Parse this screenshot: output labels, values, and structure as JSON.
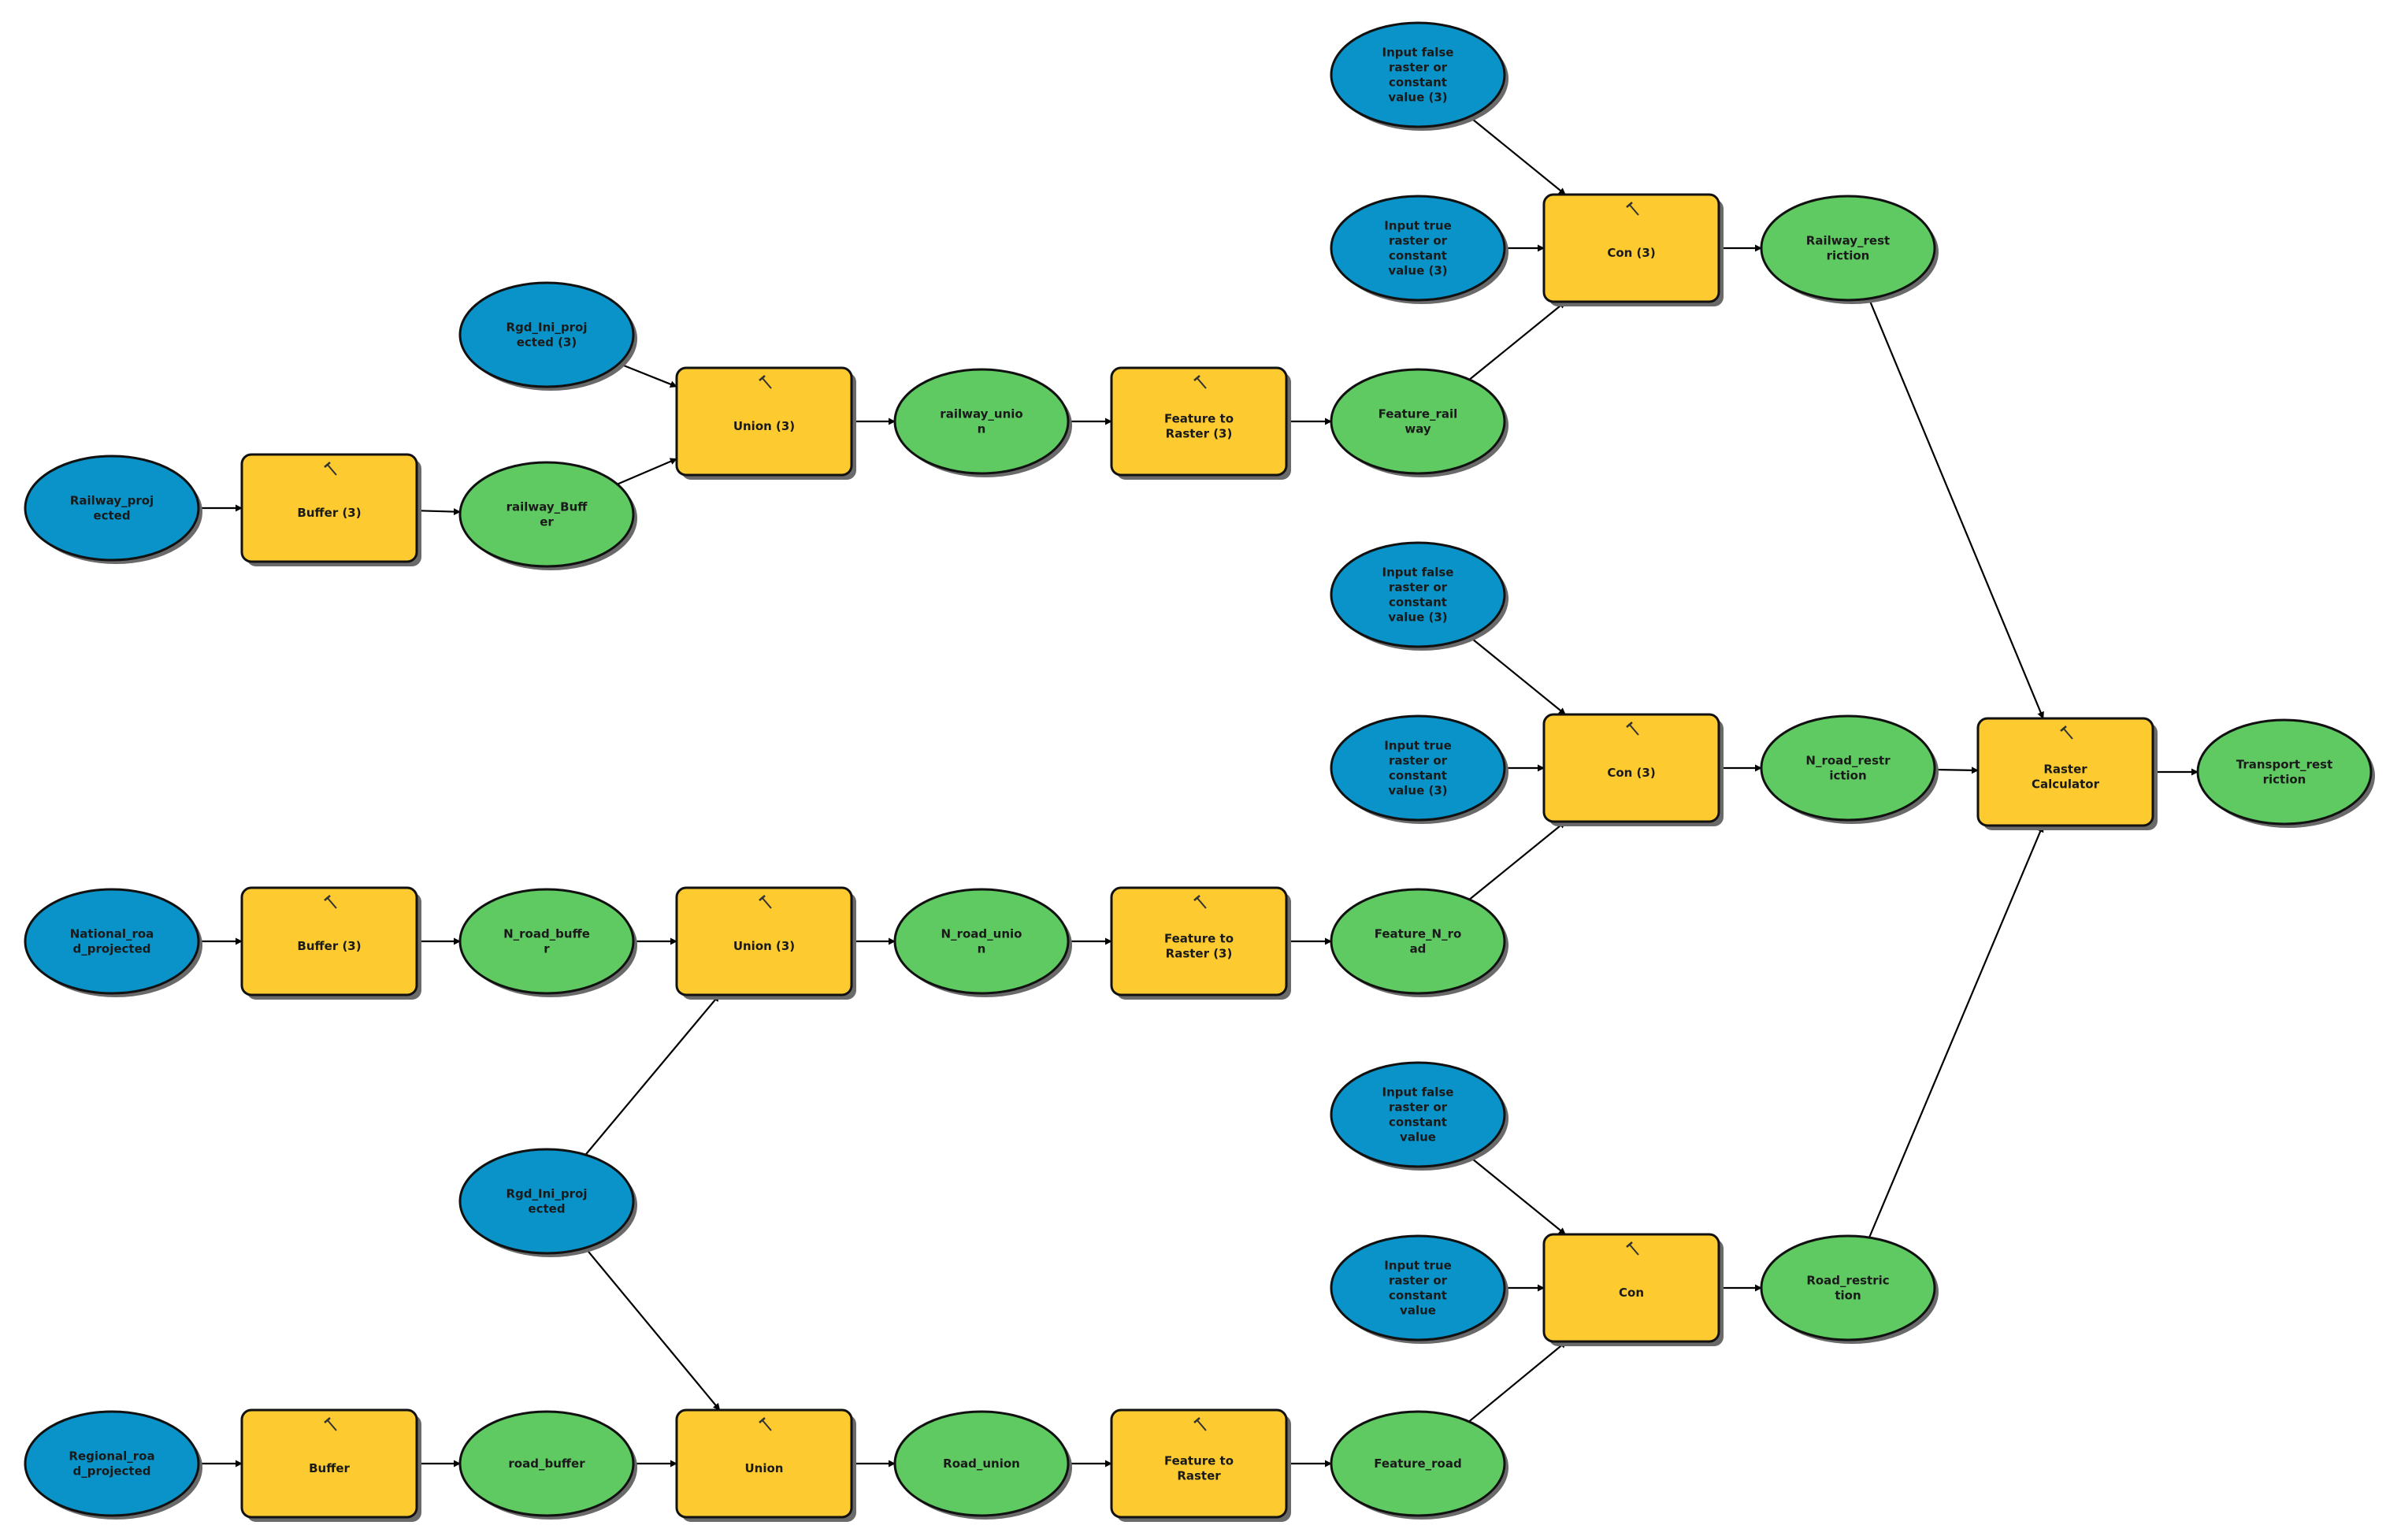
{
  "colors": {
    "input": "#0a93c9",
    "tool": "#fdcb2f",
    "output": "#5fca62"
  },
  "nodes": [
    {
      "id": "rail_in",
      "type": "input",
      "label": [
        "Railway_proj",
        "ected"
      ]
    },
    {
      "id": "buf3_rail",
      "type": "tool",
      "label": [
        "Buffer (3)"
      ]
    },
    {
      "id": "rail_buf",
      "type": "output",
      "label": [
        "railway_Buff",
        "er"
      ]
    },
    {
      "id": "rgd_in3",
      "type": "input",
      "label": [
        "Rgd_Ini_proj",
        "ected (3)"
      ]
    },
    {
      "id": "union3_rail",
      "type": "tool",
      "label": [
        "Union (3)"
      ]
    },
    {
      "id": "rail_union",
      "type": "output",
      "label": [
        "railway_unio",
        "n"
      ]
    },
    {
      "id": "f2r3_rail",
      "type": "tool",
      "label": [
        "Feature to",
        "Raster (3)"
      ]
    },
    {
      "id": "feat_rail",
      "type": "output",
      "label": [
        "Feature_rail",
        "way"
      ]
    },
    {
      "id": "false1",
      "type": "input",
      "label": [
        "Input false",
        "raster or",
        "constant",
        "value (3)"
      ]
    },
    {
      "id": "true1",
      "type": "input",
      "label": [
        "Input true",
        "raster or",
        "constant",
        "value (3)"
      ]
    },
    {
      "id": "con3_1",
      "type": "tool",
      "label": [
        "Con (3)"
      ]
    },
    {
      "id": "rail_restr",
      "type": "output",
      "label": [
        "Railway_rest",
        "riction"
      ]
    },
    {
      "id": "false2",
      "type": "input",
      "label": [
        "Input false",
        "raster or",
        "constant",
        "value (3)"
      ]
    },
    {
      "id": "true2",
      "type": "input",
      "label": [
        "Input true",
        "raster or",
        "constant",
        "value (3)"
      ]
    },
    {
      "id": "con3_2",
      "type": "tool",
      "label": [
        "Con (3)"
      ]
    },
    {
      "id": "nroad_restr",
      "type": "output",
      "label": [
        "N_road_restr",
        "iction"
      ]
    },
    {
      "id": "rastercalc",
      "type": "tool",
      "label": [
        "Raster",
        "Calculator"
      ]
    },
    {
      "id": "transport",
      "type": "output",
      "label": [
        "Transport_rest",
        "riction"
      ]
    },
    {
      "id": "nat_in",
      "type": "input",
      "label": [
        "National_roa",
        "d_projected"
      ]
    },
    {
      "id": "buf3_nat",
      "type": "tool",
      "label": [
        "Buffer (3)"
      ]
    },
    {
      "id": "nroad_buf",
      "type": "output",
      "label": [
        "N_road_buffe",
        "r"
      ]
    },
    {
      "id": "union3_nat",
      "type": "tool",
      "label": [
        "Union (3)"
      ]
    },
    {
      "id": "nroad_union",
      "type": "output",
      "label": [
        "N_road_unio",
        "n"
      ]
    },
    {
      "id": "f2r3_nat",
      "type": "tool",
      "label": [
        "Feature to",
        "Raster (3)"
      ]
    },
    {
      "id": "feat_nroad",
      "type": "output",
      "label": [
        "Feature_N_ro",
        "ad"
      ]
    },
    {
      "id": "false3",
      "type": "input",
      "label": [
        "Input false",
        "raster or",
        "constant",
        "value"
      ]
    },
    {
      "id": "true3",
      "type": "input",
      "label": [
        "Input true",
        "raster or",
        "constant",
        "value"
      ]
    },
    {
      "id": "con",
      "type": "tool",
      "label": [
        "Con"
      ]
    },
    {
      "id": "road_restr",
      "type": "output",
      "label": [
        "Road_restric",
        "tion"
      ]
    },
    {
      "id": "rgd_in",
      "type": "input",
      "label": [
        "Rgd_Ini_proj",
        "ected"
      ]
    },
    {
      "id": "reg_in",
      "type": "input",
      "label": [
        "Regional_roa",
        "d_projected"
      ]
    },
    {
      "id": "buf",
      "type": "tool",
      "label": [
        "Buffer"
      ]
    },
    {
      "id": "road_buf",
      "type": "output",
      "label": [
        "road_buffer"
      ]
    },
    {
      "id": "union",
      "type": "tool",
      "label": [
        "Union"
      ]
    },
    {
      "id": "road_union",
      "type": "output",
      "label": [
        "Road_union"
      ]
    },
    {
      "id": "f2r",
      "type": "tool",
      "label": [
        "Feature to",
        "Raster"
      ]
    },
    {
      "id": "feat_road",
      "type": "output",
      "label": [
        "Feature_road"
      ]
    }
  ],
  "edges": [
    [
      "rail_in",
      "buf3_rail"
    ],
    [
      "buf3_rail",
      "rail_buf"
    ],
    [
      "rail_buf",
      "union3_rail"
    ],
    [
      "rgd_in3",
      "union3_rail"
    ],
    [
      "union3_rail",
      "rail_union"
    ],
    [
      "rail_union",
      "f2r3_rail"
    ],
    [
      "f2r3_rail",
      "feat_rail"
    ],
    [
      "feat_rail",
      "con3_1"
    ],
    [
      "false1",
      "con3_1"
    ],
    [
      "true1",
      "con3_1"
    ],
    [
      "con3_1",
      "rail_restr"
    ],
    [
      "rail_restr",
      "rastercalc"
    ],
    [
      "nat_in",
      "buf3_nat"
    ],
    [
      "buf3_nat",
      "nroad_buf"
    ],
    [
      "nroad_buf",
      "union3_nat"
    ],
    [
      "rgd_in",
      "union3_nat"
    ],
    [
      "union3_nat",
      "nroad_union"
    ],
    [
      "nroad_union",
      "f2r3_nat"
    ],
    [
      "f2r3_nat",
      "feat_nroad"
    ],
    [
      "feat_nroad",
      "con3_2"
    ],
    [
      "false2",
      "con3_2"
    ],
    [
      "true2",
      "con3_2"
    ],
    [
      "con3_2",
      "nroad_restr"
    ],
    [
      "nroad_restr",
      "rastercalc"
    ],
    [
      "reg_in",
      "buf"
    ],
    [
      "buf",
      "road_buf"
    ],
    [
      "road_buf",
      "union"
    ],
    [
      "rgd_in",
      "union"
    ],
    [
      "union",
      "road_union"
    ],
    [
      "road_union",
      "f2r"
    ],
    [
      "f2r",
      "feat_road"
    ],
    [
      "feat_road",
      "con"
    ],
    [
      "false3",
      "con"
    ],
    [
      "true3",
      "con"
    ],
    [
      "con",
      "road_restr"
    ],
    [
      "road_restr",
      "rastercalc"
    ],
    [
      "rastercalc",
      "transport"
    ]
  ]
}
